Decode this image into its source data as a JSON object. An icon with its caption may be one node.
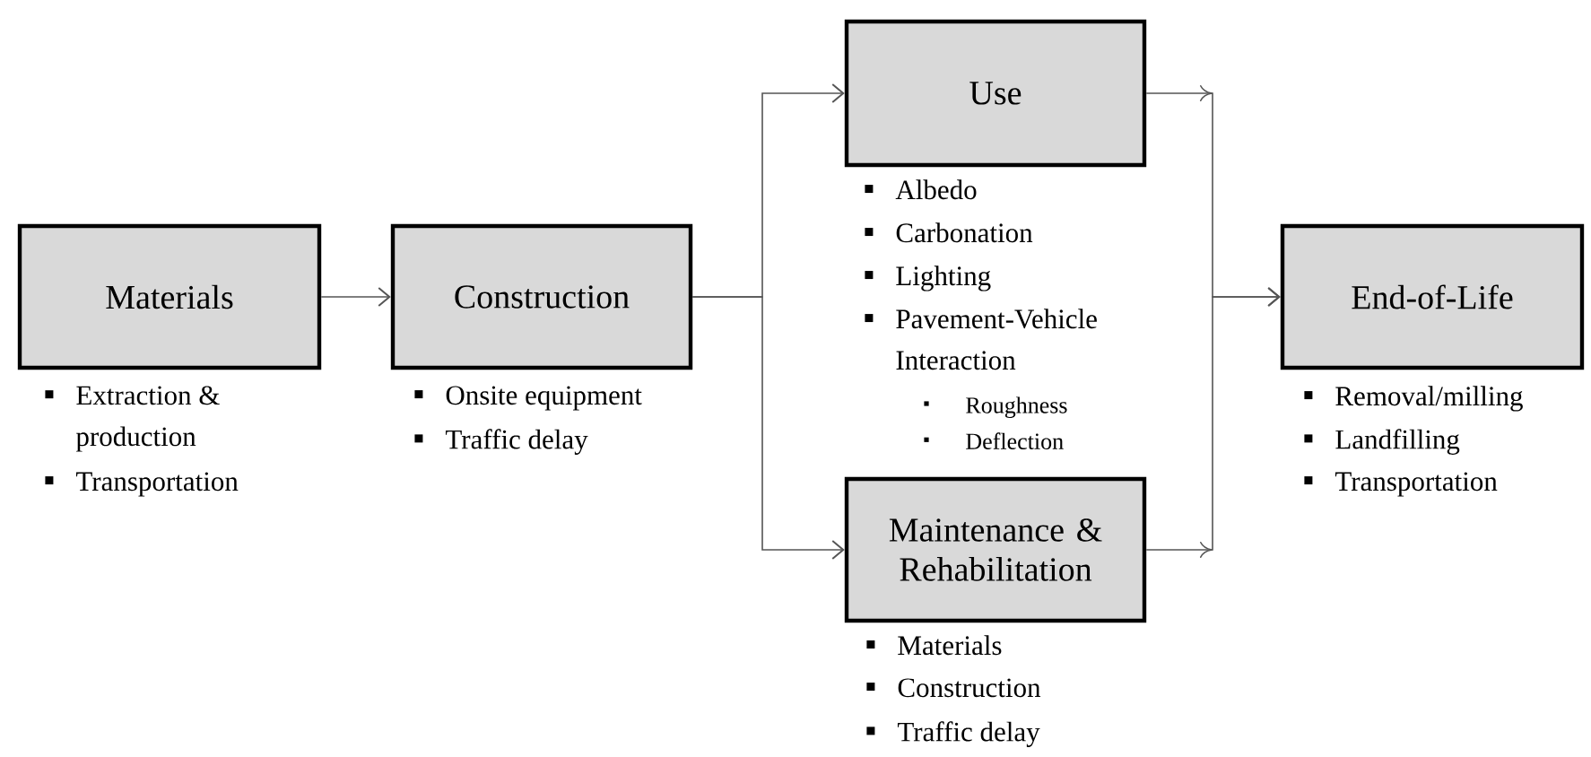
{
  "diagram": {
    "nodes": [
      {
        "text": [
          "Materials"
        ],
        "beside": [
          "Extraction & production",
          "Transportation"
        ]
      },
      {
        "text": [
          "Construction"
        ],
        "beside": [
          "Onsite equipment",
          "Traffic delay"
        ]
      },
      {
        "text": [
          "Use"
        ],
        "beside": [
          "Albedo",
          "Carbonation",
          "Lighting",
          "Pavement-Vehicle Interaction",
          "Roughness",
          "Deflection"
        ]
      },
      {
        "text": [
          "Maintenance & Rehabilitation"
        ],
        "beside": [
          "Materials",
          "Construction",
          "Traffic delay"
        ]
      },
      {
        "text": [
          "End-of-Life"
        ],
        "beside": [
          "Removal/milling",
          "Landfilling",
          "Transportation"
        ]
      }
    ],
    "edges": [
      {
        "from": 0,
        "to": 1,
        "arrow": "to"
      },
      {
        "from": 1,
        "to": 2,
        "arrow": "to"
      },
      {
        "from": 1,
        "to": 3,
        "arrow": "to"
      },
      {
        "from": 2,
        "to": 4,
        "arrow": "to"
      },
      {
        "from": 3,
        "to": 4,
        "arrow": "to"
      }
    ]
  }
}
